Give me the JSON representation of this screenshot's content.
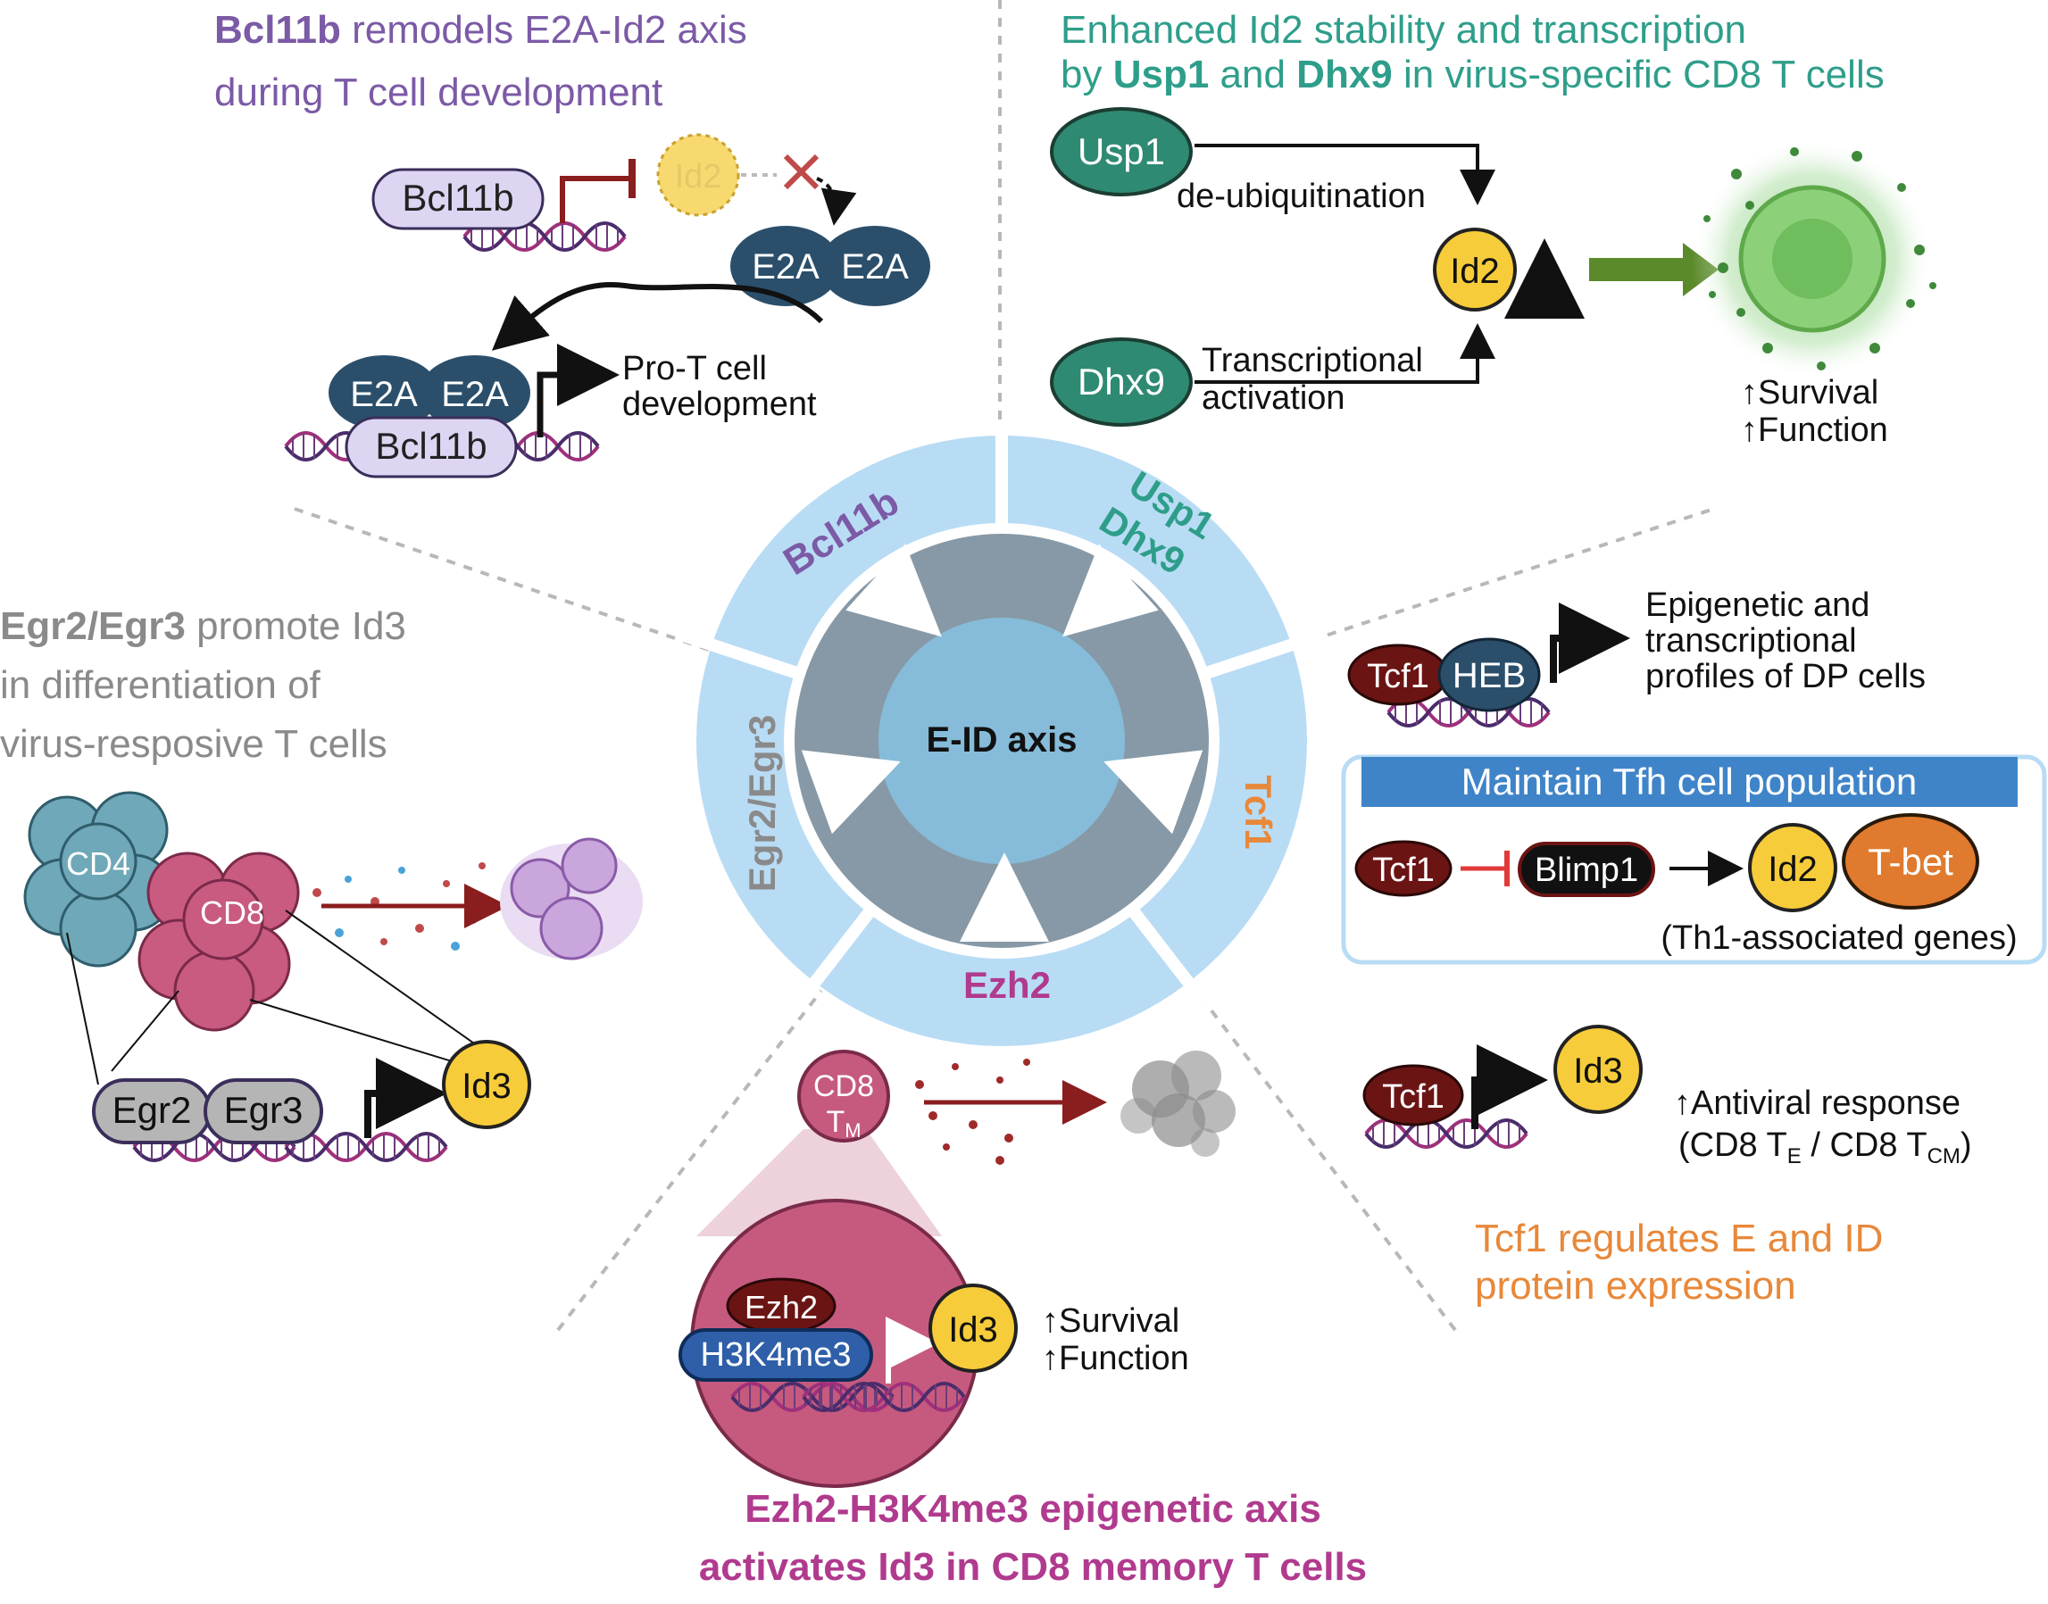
{
  "colors": {
    "bcl11b_purple": "#7b5aa6",
    "teal": "#2e9e8a",
    "gray_text": "#8a8a8a",
    "orange": "#e8883a",
    "magenta": "#b03a8e",
    "ring_light_blue": "#b9dcf5",
    "ring_dark_gray": "#8799a6",
    "center_blue": "#86bcd9",
    "dark_red_oval": "#6b1414",
    "e2a_navy": "#2b4f6b",
    "id_yellow": "#f7cc3a",
    "tbet_orange": "#e07a2e",
    "tfh_banner_blue": "#3f84c8"
  },
  "center": {
    "label": "E-ID axis"
  },
  "ring": {
    "bcl11b": "Bcl11b",
    "usp1": "Usp1",
    "dhx9": "Dhx9",
    "tcf1": "Tcf1",
    "ezh2": "Ezh2",
    "egr": "Egr2/Egr3"
  },
  "panel_bcl11b": {
    "title_bold": "Bcl11b",
    "title_rest": " remodels E2A-Id2 axis",
    "title_line2": "during T cell development",
    "bcl11b": "Bcl11b",
    "id2": "Id2",
    "e2a": "E2A",
    "outcome_line1": "Pro-T cell",
    "outcome_line2": "development"
  },
  "panel_usp1": {
    "line1": "Enhanced Id2 stability and transcription",
    "line2_by": "by ",
    "line2_usp1": "Usp1",
    "line2_and": " and ",
    "line2_dhx9": "Dhx9",
    "line2_rest": " in virus-specific CD8 T cells",
    "usp1": "Usp1",
    "dhx9": "Dhx9",
    "deubiq": "de-ubiquitination",
    "transcriptional": "Transcriptional",
    "activation": "activation",
    "id2": "Id2",
    "survival": "↑Survival",
    "function": "↑Function"
  },
  "panel_egr": {
    "title_bold": "Egr2/Egr3",
    "title_rest": " promote Id3",
    "line2": "in differentiation of",
    "line3": "virus-resposive T cells",
    "cd4": "CD4",
    "cd8": "CD8",
    "egr2": "Egr2",
    "egr3": "Egr3",
    "id3": "Id3"
  },
  "panel_tcf1": {
    "tcf1": "Tcf1",
    "heb": "HEB",
    "epi_line1": "Epigenetic and",
    "epi_line2": "transcriptional",
    "epi_line3": "profiles of DP cells",
    "tfh_banner": "Maintain Tfh cell population",
    "blimp1": "Blimp1",
    "id2": "Id2",
    "tbet": "T-bet",
    "th1": "(Th1-associated genes)",
    "id3": "Id3",
    "antiviral": "↑Antiviral response",
    "cd8_te_tcm": "(CD8 T",
    "sub_e": "E",
    "slash": " / CD8 T",
    "sub_cm": "CM",
    "close_paren": ")",
    "title_line1": "Tcf1 regulates E and ID",
    "title_line2": "protein expression"
  },
  "panel_ezh2": {
    "cd8": "CD8",
    "tm": "T",
    "tm_sub": "M",
    "ezh2": "Ezh2",
    "h3k4me3": "H3K4me3",
    "id3": "Id3",
    "survival": "↑Survival",
    "function": "↑Function",
    "title_line1": "Ezh2-H3K4me3 epigenetic axis",
    "title_line2": "activates Id3 in CD8 memory T cells"
  }
}
